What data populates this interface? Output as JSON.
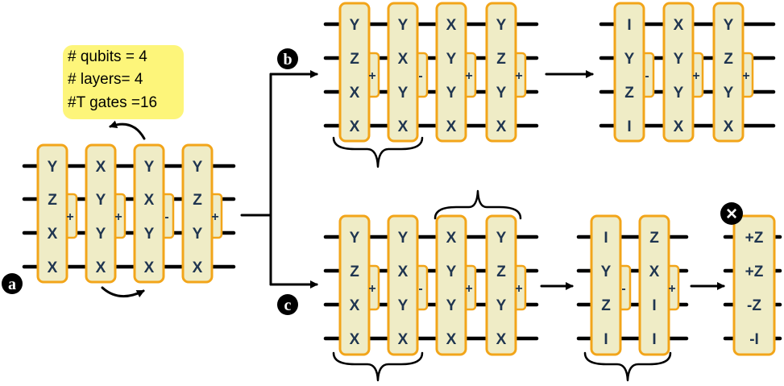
{
  "info_box": {
    "line1": "# qubits = 4",
    "line2": "# layers= 4",
    "line3": "#T gates =16"
  },
  "panel_labels": {
    "a": "a",
    "b": "b",
    "c": "c"
  },
  "reject_mark": "×",
  "colors": {
    "slab_fill": "#efecc6",
    "slab_border": "#f2a51a",
    "letters": "#1f3550",
    "info_bg": "#fdf57a"
  },
  "circuits": {
    "a": [
      {
        "ops": [
          "Y",
          "Z",
          "X",
          "X"
        ],
        "sign": "+"
      },
      {
        "ops": [
          "X",
          "Y",
          "Y",
          "X"
        ],
        "sign": "+"
      },
      {
        "ops": [
          "Y",
          "X",
          "Y",
          "X"
        ],
        "sign": "-"
      },
      {
        "ops": [
          "Y",
          "Z",
          "Y",
          "X"
        ],
        "sign": "+"
      }
    ],
    "b1": [
      {
        "ops": [
          "Y",
          "Z",
          "X",
          "X"
        ],
        "sign": "+"
      },
      {
        "ops": [
          "Y",
          "X",
          "Y",
          "X"
        ],
        "sign": "-"
      },
      {
        "ops": [
          "X",
          "Y",
          "Y",
          "X"
        ],
        "sign": "+"
      },
      {
        "ops": [
          "Y",
          "Z",
          "Y",
          "X"
        ],
        "sign": "+"
      }
    ],
    "b2": [
      {
        "ops": [
          "I",
          "Y",
          "Z",
          "I"
        ],
        "sign": "-"
      },
      {
        "ops": [
          "X",
          "Y",
          "Y",
          "X"
        ],
        "sign": "+"
      },
      {
        "ops": [
          "Y",
          "Z",
          "Y",
          "X"
        ],
        "sign": "+"
      }
    ],
    "c1": [
      {
        "ops": [
          "Y",
          "Z",
          "X",
          "X"
        ],
        "sign": "+"
      },
      {
        "ops": [
          "Y",
          "X",
          "Y",
          "X"
        ],
        "sign": "-"
      },
      {
        "ops": [
          "X",
          "Y",
          "Y",
          "X"
        ],
        "sign": "+"
      },
      {
        "ops": [
          "Y",
          "Z",
          "Y",
          "X"
        ],
        "sign": "+"
      }
    ],
    "c2": [
      {
        "ops": [
          "I",
          "Y",
          "Z",
          "I"
        ],
        "sign": "-"
      },
      {
        "ops": [
          "Z",
          "X",
          "I",
          "I"
        ],
        "sign": "+"
      }
    ],
    "c3": [
      {
        "ops": [
          "+Z",
          "+Z",
          "-Z",
          "-I"
        ],
        "sign": ""
      }
    ]
  }
}
